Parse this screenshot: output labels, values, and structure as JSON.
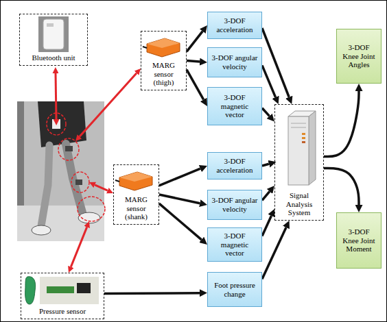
{
  "diagram": {
    "nodes": [
      {
        "text": [
          "Bluetooth unit"
        ]
      },
      {
        "text": [
          "MARG sensor (thigh)"
        ]
      },
      {
        "text": [
          "3-DOF acceleration"
        ]
      },
      {
        "text": [
          "3-DOF angular velocity"
        ]
      },
      {
        "text": [
          "3-DOF magnetic vector"
        ]
      },
      {
        "text": [
          "3-DOF Knee Joint Angles"
        ]
      },
      {
        "text": [
          "MARG sensor (shank)"
        ]
      },
      {
        "text": [
          "3-DOF acceleration"
        ]
      },
      {
        "text": [
          "3-DOF angular velocity"
        ]
      },
      {
        "text": [
          "3-DOF magnetic vector"
        ]
      },
      {
        "text": [
          "Signal Analysis System"
        ]
      },
      {
        "text": [
          "3-DOF Knee Joint Moment"
        ]
      },
      {
        "text": [
          "Pressure sensor"
        ]
      },
      {
        "text": [
          "Foot pressure change"
        ]
      }
    ],
    "edges": [
      {
        "from": 1,
        "to": 2,
        "arrow": "to"
      },
      {
        "from": 1,
        "to": 3,
        "arrow": "to"
      },
      {
        "from": 1,
        "to": 4,
        "arrow": "to"
      },
      {
        "from": 6,
        "to": 7,
        "arrow": "to"
      },
      {
        "from": 6,
        "to": 8,
        "arrow": "to"
      },
      {
        "from": 6,
        "to": 9,
        "arrow": "to"
      },
      {
        "from": 12,
        "to": 13,
        "arrow": "to"
      },
      {
        "from": 2,
        "to": 10,
        "arrow": "to"
      },
      {
        "from": 3,
        "to": 10,
        "arrow": "to"
      },
      {
        "from": 4,
        "to": 10,
        "arrow": "to"
      },
      {
        "from": 7,
        "to": 10,
        "arrow": "to"
      },
      {
        "from": 8,
        "to": 10,
        "arrow": "to"
      },
      {
        "from": 9,
        "to": 10,
        "arrow": "to"
      },
      {
        "from": 13,
        "to": 10,
        "arrow": "to"
      },
      {
        "from": 10,
        "to": 5,
        "arrow": "to"
      },
      {
        "from": 10,
        "to": 11,
        "arrow": "to"
      }
    ]
  }
}
